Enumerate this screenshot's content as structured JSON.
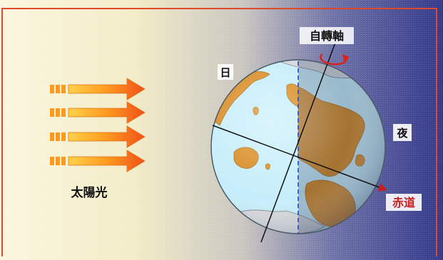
{
  "labels": {
    "rotation_axis": "自轉軸",
    "day": "日",
    "night": "夜",
    "sunlight": "太陽光",
    "equator": "赤道"
  },
  "icons": {
    "sun_arrows": [
      "sunlight-arrow-icon",
      "sunlight-arrow-icon",
      "sunlight-arrow-icon",
      "sunlight-arrow-icon"
    ],
    "rotation": "rotation-arrow-icon"
  },
  "colors": {
    "background_left": "#f7f1d3",
    "background_right": "#3a3f8e",
    "frame": "#d84a2a",
    "ocean": "#c8f0fb",
    "ocean_dark": "#a9d3e2",
    "land": "#d98b22",
    "land_dark": "#b56d14",
    "arrow_head": "#f05a14",
    "arrow_tail": "#ffb300",
    "rotation_arrow": "#d8231f",
    "equator_arrow": "#c81e1e",
    "terminator": "#2747c9"
  }
}
